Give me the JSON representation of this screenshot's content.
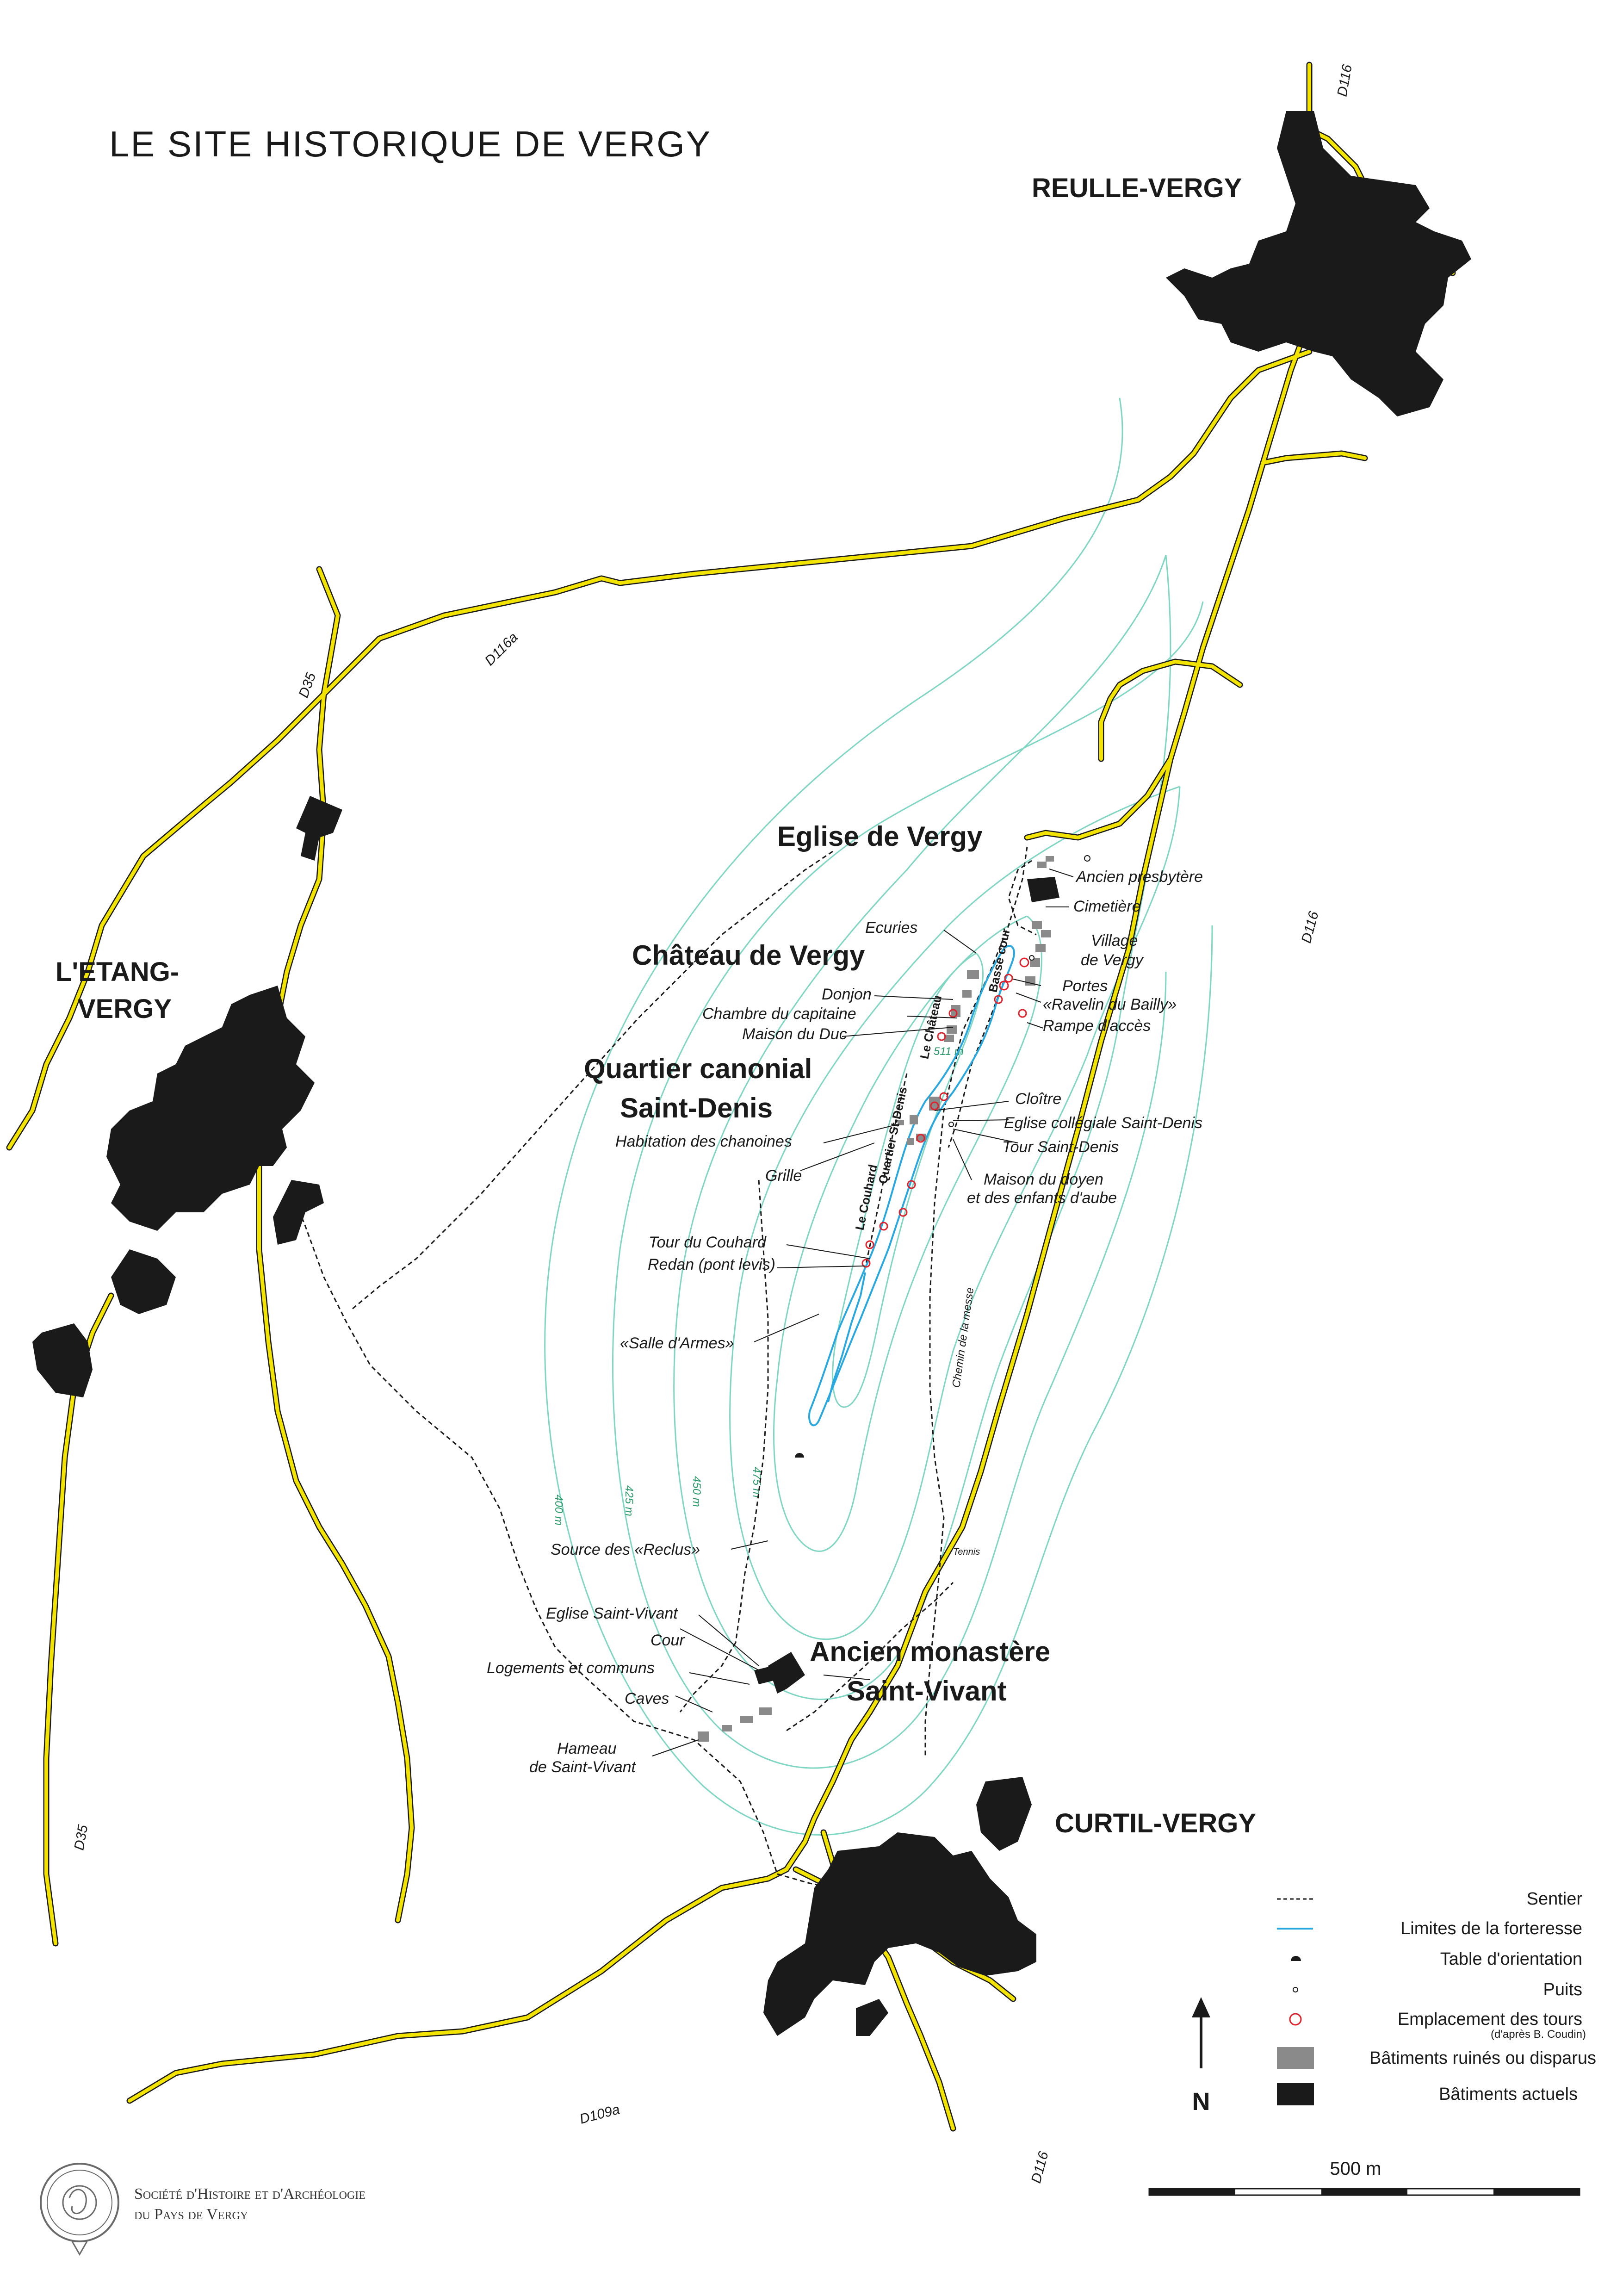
{
  "title": "LE SITE HISTORIQUE DE VERGY",
  "villages": {
    "reulle": "REULLE-VERGY",
    "etang_1": "L'ETANG-",
    "etang_2": "VERGY",
    "curtil": "CURTIL-VERGY"
  },
  "major_labels": {
    "eglise": "Eglise de Vergy",
    "chateau": "Château de Vergy",
    "quartier_1": "Quartier canonial",
    "quartier_2": "Saint-Denis",
    "monastere_1": "Ancien monastère",
    "monastere_2": "Saint-Vivant"
  },
  "roads": {
    "d116_top": "D116",
    "d116_mid": "D116",
    "d116_bottom": "D116",
    "d116a": "D116a",
    "d35_top": "D35",
    "d35_bottom": "D35",
    "d109a": "D109a",
    "chemin": "Chemin de la messe",
    "tennis": "Tennis"
  },
  "contours": [
    "400 m",
    "425 m",
    "450 m",
    "475 m",
    "511 m"
  ],
  "features": {
    "ancien_presbytere": "Ancien presbytère",
    "cimetiere": "Cimetière",
    "village_1": "Village",
    "village_2": "de Vergy",
    "ecuries": "Ecuries",
    "donjon": "Donjon",
    "chambre": "Chambre du capitaine",
    "maison_duc": "Maison du Duc",
    "basse_cour": "Basse cour",
    "le_chateau": "Le Château",
    "portes": "Portes",
    "ravelin": "«Ravelin du Bailly»",
    "rampe": "Rampe d'accès",
    "cloitre": "Cloître",
    "eglise_collegiale": "Eglise collégiale Saint-Denis",
    "tour_saint_denis": "Tour  Saint-Denis",
    "maison_doyen_1": "Maison du doyen",
    "maison_doyen_2": "et des enfants d'aube",
    "habitation": "Habitation des chanoines",
    "quartier_st_denis": "Quartier St-Denis",
    "le_couhard": "Le Couhard",
    "grille": "Grille",
    "tour_couhard": "Tour du Couhard",
    "redan": "Redan (pont levis)",
    "salle_armes": "«Salle d'Armes»",
    "source": "Source des «Reclus»",
    "eglise_st_vivant": "Eglise Saint-Vivant",
    "cour": "Cour",
    "logements": "Logements et communs",
    "caves": "Caves",
    "hameau_1": "Hameau",
    "hameau_2": "de Saint-Vivant"
  },
  "legend": {
    "sentier": "Sentier",
    "limites": "Limites de la forteresse",
    "table": "Table d'orientation",
    "puits": "Puits",
    "tours": "Emplacement des tours",
    "tours_note": "(d'après B. Coudin)",
    "ruines": "Bâtiments ruinés ou disparus",
    "actuels": "Bâtiments actuels"
  },
  "north": "N",
  "scale": "500 m",
  "society_1": "Société d'Histoire et d'Archéologie",
  "society_2": "du Pays de Vergy",
  "colors": {
    "road": "#f2e300",
    "road_edge": "#1a1a1a",
    "contour": "#7fd6c2",
    "fortress": "#29a8e0",
    "tower": "#e0202a",
    "building_current": "#1a1a1a",
    "building_ruined": "#8a8a8a"
  }
}
